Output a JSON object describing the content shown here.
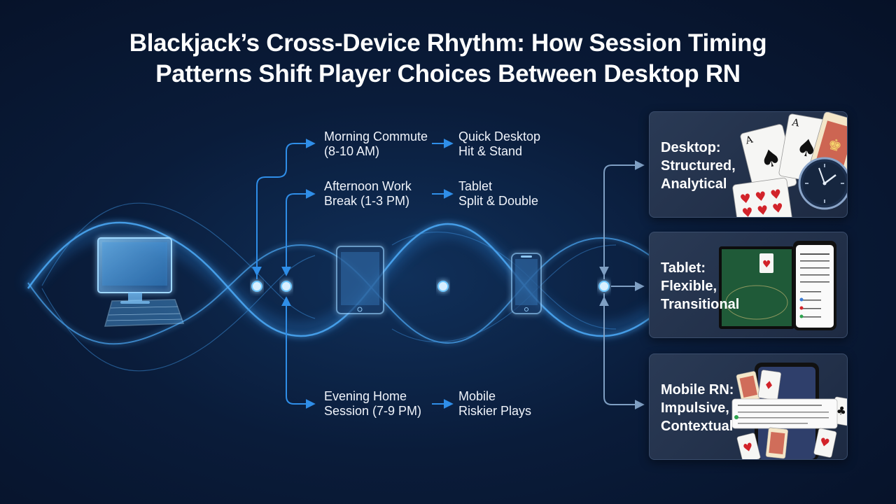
{
  "title": {
    "line1": "Blackjack’s Cross-Device Rhythm: How Session Timing",
    "line2": "Patterns Shift Player Choices Between Desktop RN"
  },
  "sessions": [
    {
      "time_line1": "Morning Commute",
      "time_line2": "(8-10 AM)",
      "choice_line1": "Quick Desktop",
      "choice_line2": "Hit & Stand"
    },
    {
      "time_line1": "Afternoon Work",
      "time_line2": "Break (1-3 PM)",
      "choice_line1": "Tablet",
      "choice_line2": "Split & Double"
    },
    {
      "time_line1": "Evening Home",
      "time_line2": "Session (7-9 PM)",
      "choice_line1": "Mobile",
      "choice_line2": "Riskier Plays"
    }
  ],
  "cards": [
    {
      "line1": "Desktop:",
      "line2": "Structured,",
      "line3": "Analytical"
    },
    {
      "line1": "Tablet:",
      "line2": "Flexible,",
      "line3": "Transitional"
    },
    {
      "line1": "Mobile RN:",
      "line2": "Impulsive,",
      "line3": "Contextual"
    }
  ],
  "icons": [
    "desktop-monitor-icon",
    "keyboard-icon",
    "tablet-icon",
    "smartphone-icon",
    "playing-cards-icon",
    "clock-icon"
  ],
  "colors": {
    "background": "#0a1c3a",
    "wave_glow": "#3aa8ff",
    "arrow": "#2f8ee8",
    "card_bg": "#25344e",
    "card_suit_red": "#d2232a"
  }
}
